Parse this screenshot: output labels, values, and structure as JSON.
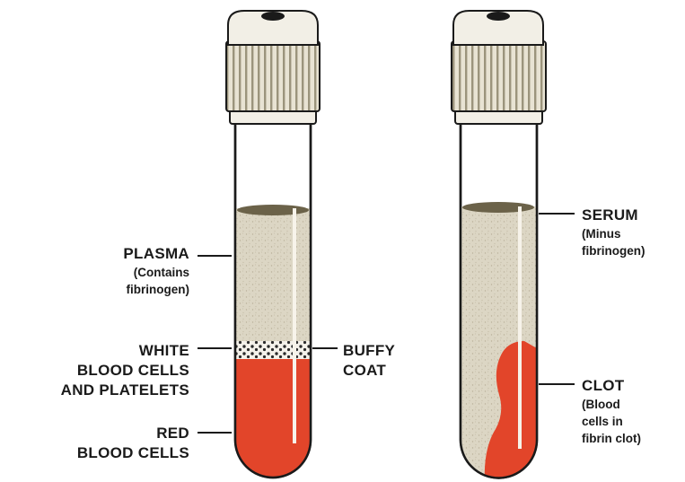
{
  "colors": {
    "plasma": "#dcd6c4",
    "red_cells": "#e2452a",
    "cap": "#f2efe6",
    "cap_ridges": "#a7a088",
    "ink": "#1a1a1a"
  },
  "left_tube": {
    "plasma": {
      "title": "PLASMA",
      "note_line1": "(Contains",
      "note_line2": "fibrinogen)"
    },
    "white_cells": {
      "line1": "WHITE",
      "line2": "BLOOD CELLS",
      "line3": "AND PLATELETS"
    },
    "buffy_coat": {
      "line1": "BUFFY",
      "line2": "COAT"
    },
    "red_cells": {
      "line1": "RED",
      "line2": "BLOOD CELLS"
    }
  },
  "right_tube": {
    "serum": {
      "title": "SERUM",
      "note_line1": "(Minus",
      "note_line2": "fibrinogen)"
    },
    "clot": {
      "title": "CLOT",
      "note_line1": "(Blood",
      "note_line2": "cells in",
      "note_line3": "fibrin clot)"
    }
  }
}
